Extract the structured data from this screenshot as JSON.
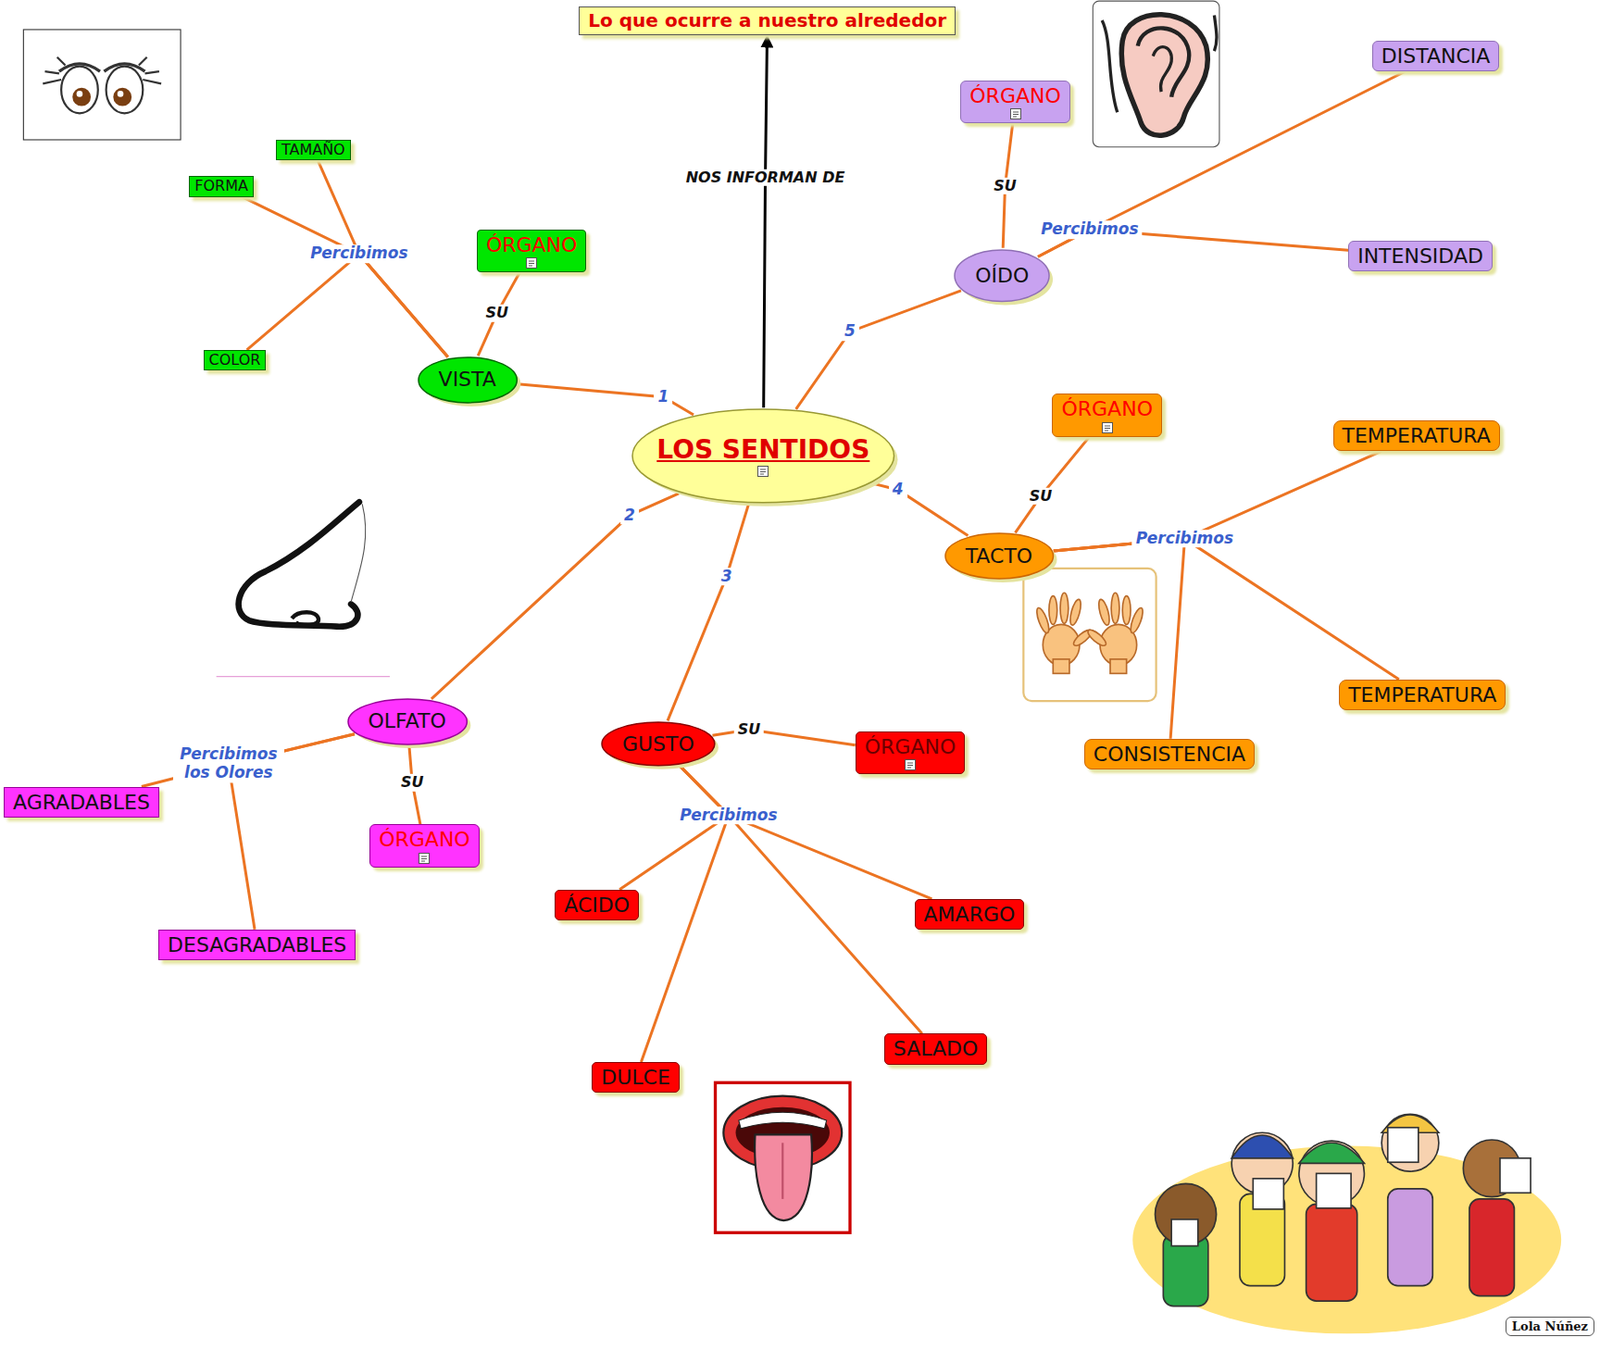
{
  "diagram": {
    "nodes": [
      {
        "text": [
          "Lo que ocurre a nuestro alrededor"
        ]
      },
      {
        "text": [
          "ÓRGANO"
        ]
      },
      {
        "text": [
          "DISTANCIA"
        ]
      },
      {
        "text": [
          "TAMAÑO"
        ]
      },
      {
        "text": [
          "FORMA"
        ]
      },
      {
        "text": [
          "ÓRGANO"
        ]
      },
      {
        "text": [
          "INTENSIDAD"
        ]
      },
      {
        "text": [
          "OÍDO"
        ]
      },
      {
        "text": [
          "COLOR"
        ]
      },
      {
        "text": [
          "VISTA"
        ]
      },
      {
        "text": [
          "ÓRGANO"
        ]
      },
      {
        "text": [
          "TEMPERATURA"
        ]
      },
      {
        "text": [
          "LOS SENTIDOS"
        ]
      },
      {
        "text": [
          "TACTO"
        ]
      },
      {
        "text": [
          "TEMPERATURA"
        ]
      },
      {
        "text": [
          "OLFATO"
        ]
      },
      {
        "text": [
          "GUSTO"
        ]
      },
      {
        "text": [
          "ÓRGANO"
        ]
      },
      {
        "text": [
          "CONSISTENCIA"
        ]
      },
      {
        "text": [
          "AGRADABLES"
        ]
      },
      {
        "text": [
          "ÓRGANO"
        ]
      },
      {
        "text": [
          "ÁCIDO"
        ]
      },
      {
        "text": [
          "AMARGO"
        ]
      },
      {
        "text": [
          "DESAGRADABLES"
        ]
      },
      {
        "text": [
          "SALADO"
        ]
      },
      {
        "text": [
          "DULCE"
        ]
      }
    ],
    "edges": [
      {
        "from": 12,
        "to": 0,
        "arrow": "to",
        "label": "NOS INFORMAN DE"
      },
      {
        "from": 12,
        "to": 9,
        "arrow": "none",
        "label": "1"
      },
      {
        "from": 12,
        "to": 15,
        "arrow": "none",
        "label": "2"
      },
      {
        "from": 12,
        "to": 16,
        "arrow": "none",
        "label": "3"
      },
      {
        "from": 12,
        "to": 13,
        "arrow": "none",
        "label": "4"
      },
      {
        "from": 12,
        "to": 7,
        "arrow": "none",
        "label": "5"
      },
      {
        "from": 9,
        "to": 5,
        "arrow": "none",
        "label": "SU"
      },
      {
        "from": 9,
        "to": 3,
        "arrow": "none",
        "label": "Percibimos"
      },
      {
        "from": 9,
        "to": 4,
        "arrow": "none"
      },
      {
        "from": 9,
        "to": 8,
        "arrow": "none"
      },
      {
        "from": 7,
        "to": 1,
        "arrow": "none",
        "label": "SU"
      },
      {
        "from": 7,
        "to": 2,
        "arrow": "none",
        "label": "Percibimos"
      },
      {
        "from": 7,
        "to": 6,
        "arrow": "none"
      },
      {
        "from": 13,
        "to": 10,
        "arrow": "none",
        "label": "SU"
      },
      {
        "from": 13,
        "to": 11,
        "arrow": "none",
        "label": "Percibimos"
      },
      {
        "from": 13,
        "to": 14,
        "arrow": "none"
      },
      {
        "from": 13,
        "to": 18,
        "arrow": "none"
      },
      {
        "from": 15,
        "to": 20,
        "arrow": "none",
        "label": "SU"
      },
      {
        "from": 15,
        "to": 19,
        "arrow": "none",
        "label": "Percibimos los Olores"
      },
      {
        "from": 15,
        "to": 23,
        "arrow": "none"
      },
      {
        "from": 16,
        "to": 17,
        "arrow": "none",
        "label": "SU"
      },
      {
        "from": 16,
        "to": 21,
        "arrow": "none",
        "label": "Percibimos"
      },
      {
        "from": 16,
        "to": 25,
        "arrow": "none"
      },
      {
        "from": 16,
        "to": 22,
        "arrow": "none"
      },
      {
        "from": 16,
        "to": 24,
        "arrow": "none"
      }
    ],
    "labels": [
      "Lola Núñez"
    ]
  }
}
